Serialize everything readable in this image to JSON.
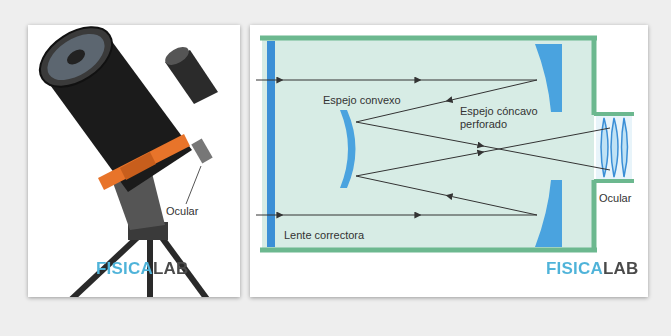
{
  "diagram": {
    "labels": [
      "Ocular",
      "FISICALAB",
      "Espejo convexo",
      "Espejo cóncavo perforado",
      "Ocular",
      "Lente correctora",
      "FISICALAB"
    ]
  }
}
